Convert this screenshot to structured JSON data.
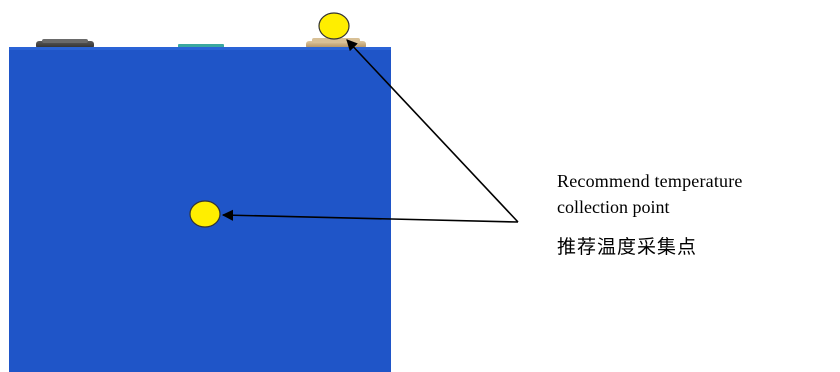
{
  "annotation": {
    "line1": "Recommend temperature",
    "line2": "collection point",
    "line3": "推荐温度采集点"
  },
  "colors": {
    "cell_body": "#1f55c8",
    "cell_body_shadow": "#1a48b0",
    "marker_fill": "#ffee00",
    "marker_stroke": "#333333",
    "terminal_dark": "#3a3a3a",
    "terminal_brass": "#c8a878",
    "vent_teal": "#3aa8a0",
    "arrow": "#000000"
  },
  "markers": [
    "terminal-temperature-point",
    "body-temperature-point"
  ]
}
